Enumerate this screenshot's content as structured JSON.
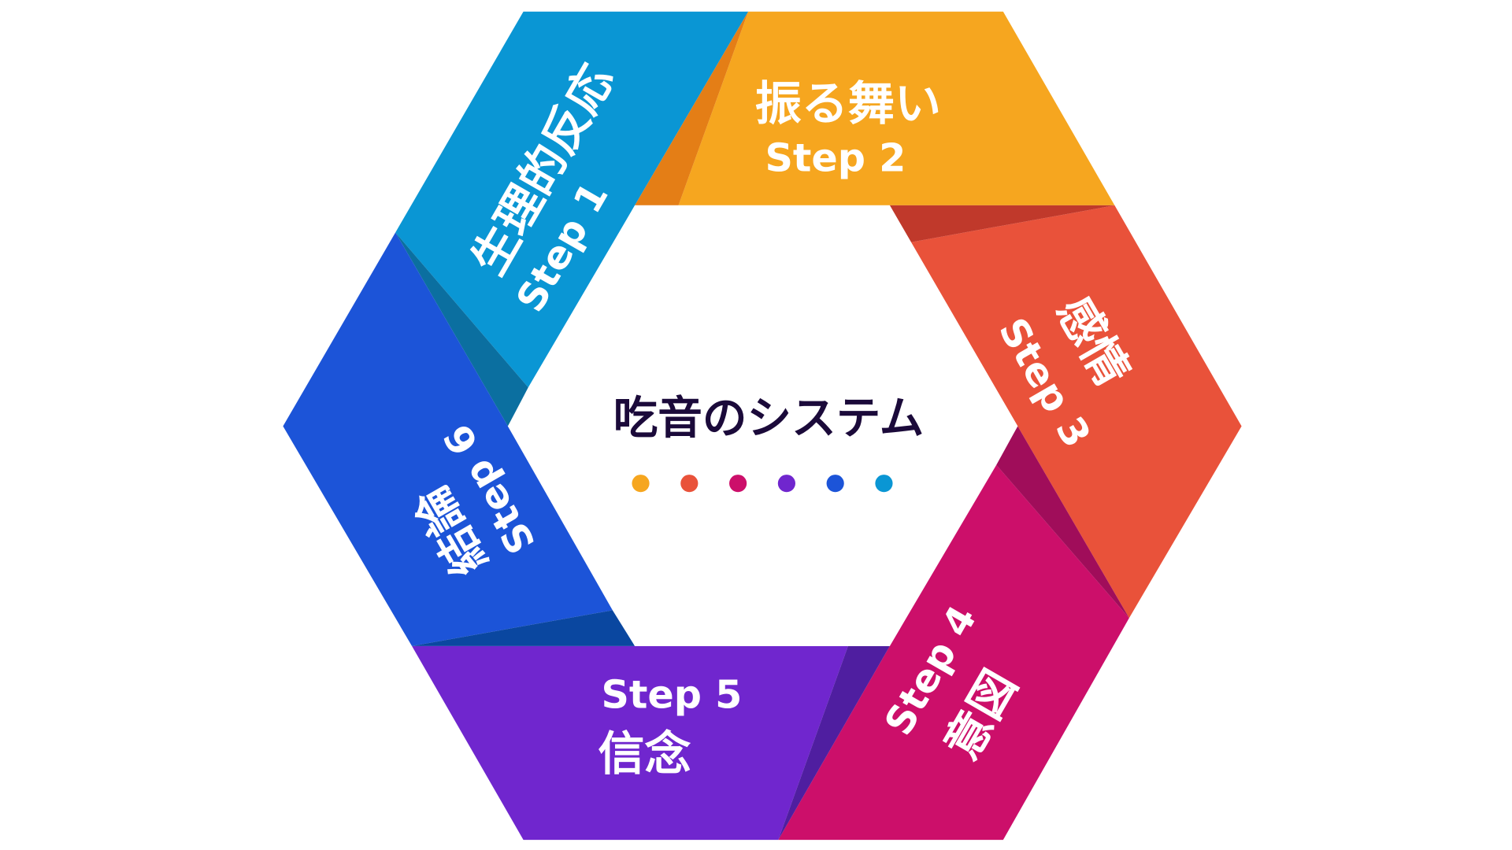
{
  "title": "吃音のシステム",
  "steps": [
    {
      "step": "Step 1",
      "label": "生理的反応",
      "color": "#0A96D4"
    },
    {
      "step": "Step 2",
      "label": "振る舞い",
      "color": "#F6A61F"
    },
    {
      "step": "Step 3",
      "label": "感情",
      "color": "#E9523A"
    },
    {
      "step": "Step 4",
      "label": "意図",
      "color": "#CC0F6A"
    },
    {
      "step": "Step 5",
      "label": "信念",
      "color": "#7026CE"
    },
    {
      "step": "Step 6",
      "label": "結論",
      "color": "#1C54D8"
    }
  ],
  "dots": [
    "#F6A61F",
    "#E9523A",
    "#CC0F6A",
    "#7026CE",
    "#1C54D8",
    "#0A96D4"
  ]
}
